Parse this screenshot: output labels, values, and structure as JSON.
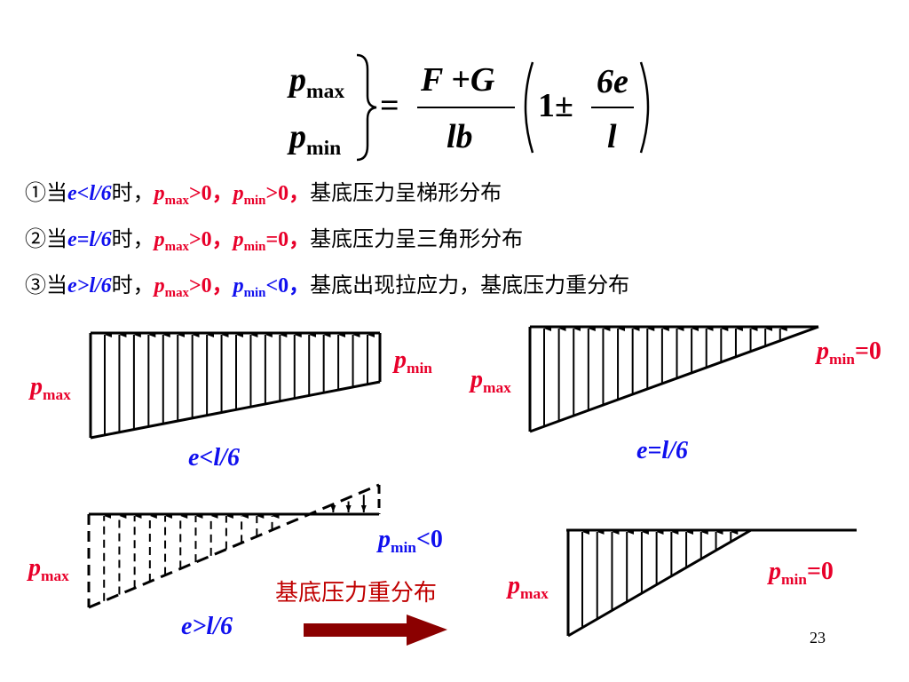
{
  "formula": {
    "p": "p",
    "sub_max": "max",
    "sub_min": "min",
    "equals": "=",
    "numerator": "F +G",
    "denominator": "lb",
    "one_pm": "1±",
    "inner_num": "6e",
    "inner_den": "l"
  },
  "cases": [
    {
      "marker": "①",
      "when": "当",
      "cond": "e<l/6",
      "shi": "时，",
      "pmax": "p",
      "pmax_sub": "max",
      "pmax_rel": ">0，",
      "pmin": "p",
      "pmin_sub": "min",
      "pmin_rel": ">0，",
      "desc": "基底压力呈梯形分布"
    },
    {
      "marker": "②",
      "when": "当",
      "cond": "e=l/6",
      "shi": "时，",
      "pmax": "p",
      "pmax_sub": "max",
      "pmax_rel": ">0，",
      "pmin": "p",
      "pmin_sub": "min",
      "pmin_rel": "=0，",
      "desc": "基底压力呈三角形分布"
    },
    {
      "marker": "③",
      "when": "当",
      "cond": "e>l/6",
      "shi": "时，",
      "pmax": "p",
      "pmax_sub": "max",
      "pmax_rel": ">0，",
      "pmin": "p",
      "pmin_sub": "min",
      "pmin_rel": "<0，",
      "desc": "基底出现拉应力，基底压力重分布"
    }
  ],
  "diagrams": {
    "trapezoid": {
      "pmax": "p",
      "pmax_sub": "max",
      "pmin": "p",
      "pmin_sub": "min",
      "caption": "e<l/6"
    },
    "triangle": {
      "pmax": "p",
      "pmax_sub": "max",
      "pmin": "p",
      "pmin_sub": "min",
      "pmin_rel": "=0",
      "caption": "e=l/6"
    },
    "tension": {
      "pmax": "p",
      "pmax_sub": "max",
      "pmin": "p",
      "pmin_sub": "min",
      "pmin_rel": "<0",
      "caption": "e>l/6"
    },
    "redistributed": {
      "pmax": "p",
      "pmax_sub": "max",
      "pmin": "p",
      "pmin_sub": "min",
      "pmin_rel": "=0"
    },
    "arrow_label": "基底压力重分布"
  },
  "page_number": "23",
  "colors": {
    "red": "#e8002a",
    "blue": "#1010ee",
    "dark_red": "#8b0000"
  }
}
